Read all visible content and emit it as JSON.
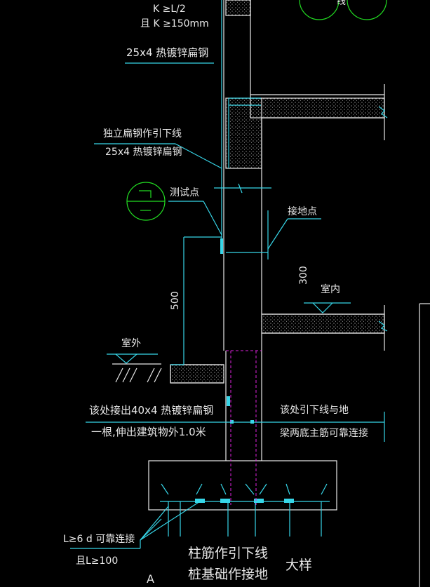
{
  "labels": {
    "k_rule_1": "K ≥L/2",
    "k_rule_2": "且 K ≥150mm",
    "flat_steel_top": "25x4 热镀锌扁钢",
    "independent_down": "独立扁钢作引下线",
    "flat_steel_mid": "25x4 热镀锌扁钢",
    "test_point": "测试点",
    "ground_point": "接地点",
    "dim_300": "300",
    "indoor": "室内",
    "dim_500": "500",
    "outdoor": "室外",
    "lead_out_1": "该处接出40x4 热镀锌扁钢",
    "lead_out_2": "一根,伸出建筑物外1.0米",
    "connect_1": "该处引下线与地",
    "connect_2": "梁两底主筋可靠连接",
    "weld_len": "L≥6 d 可靠连接",
    "weld_min": "且L≥100",
    "pile_1": "柱筋作引下线",
    "pile_2": "桩基础作接地",
    "detail": "大样",
    "mark_a": "A",
    "top_fragment": "线"
  },
  "colors": {
    "cyan": "#37d6e8",
    "white": "#e8e8e8",
    "green": "#22dd22",
    "magenta": "#dd22dd",
    "black": "#000000"
  }
}
